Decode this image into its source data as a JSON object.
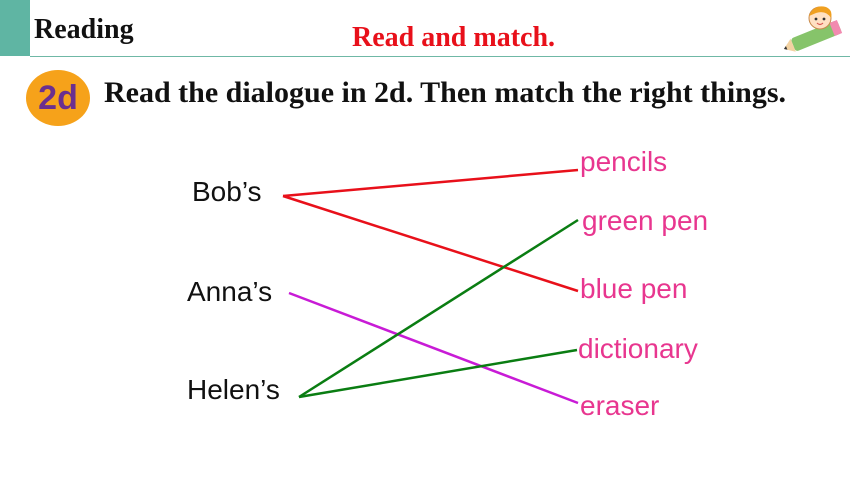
{
  "header": {
    "section_title": "Reading",
    "task_title": "Read and match."
  },
  "exercise": {
    "badge": "2d",
    "instruction": "Read the dialogue in 2d. Then match the right things."
  },
  "names": [
    "Bob’s",
    "Anna’s",
    "Helen’s"
  ],
  "items": [
    "pencils",
    "green pen",
    "blue pen",
    "dictionary",
    "eraser"
  ],
  "matches": [
    {
      "name": "Bob’s",
      "item": "pencils",
      "color": "#e8101a"
    },
    {
      "name": "Bob’s",
      "item": "blue pen",
      "color": "#e8101a"
    },
    {
      "name": "Anna’s",
      "item": "eraser",
      "color": "#c81bd6"
    },
    {
      "name": "Helen’s",
      "item": "green pen",
      "color": "#0a7d12"
    },
    {
      "name": "Helen’s",
      "item": "dictionary",
      "color": "#0a7d12"
    }
  ],
  "colors": {
    "header_accent": "#5fb5a3",
    "title_red": "#e8101a",
    "badge_orange": "#f6a21a",
    "badge_text": "#6b2f8f",
    "item_pink": "#e8368f"
  },
  "icons": [
    "pencil-kid-icon"
  ]
}
